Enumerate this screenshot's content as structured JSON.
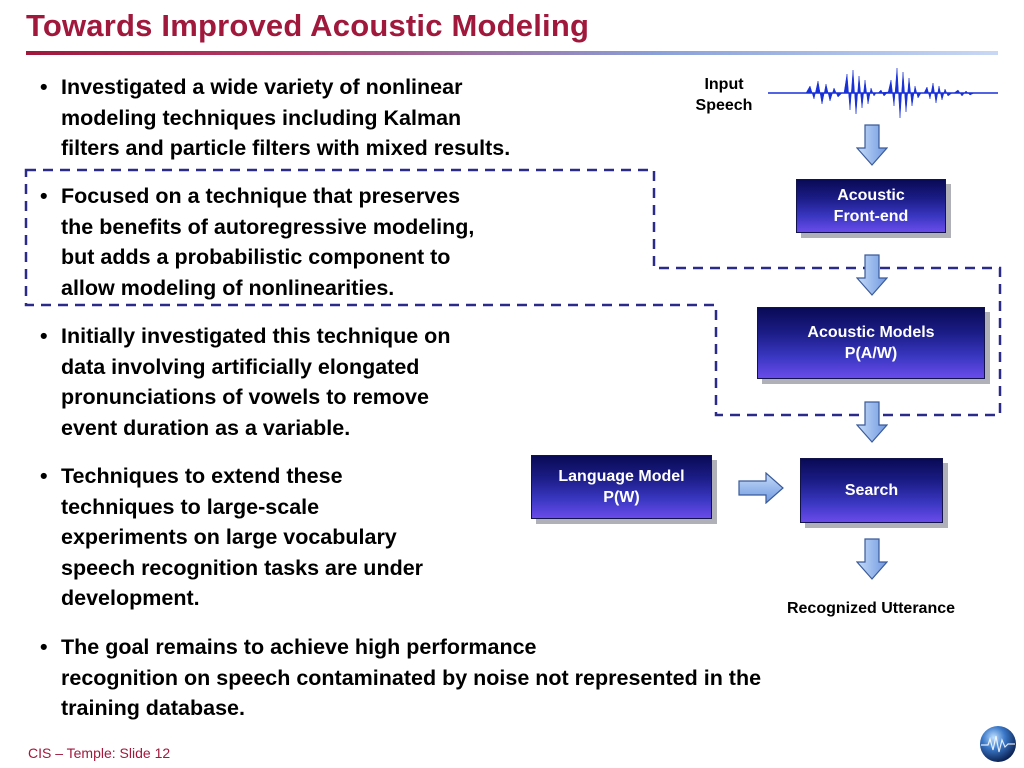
{
  "slide": {
    "title": "Towards Improved Acoustic Modeling",
    "footer": "CIS – Temple: Slide 12"
  },
  "bullets": [
    "Investigated a wide variety of nonlinear\nmodeling techniques including Kalman\nfilters and particle filters with mixed results.",
    "Focused on a technique that preserves\nthe benefits of autoregressive modeling,\nbut adds a probabilistic component to\nallow modeling of nonlinearities.",
    "Initially investigated this technique on\ndata involving artificially elongated\npronunciations of vowels to remove\nevent duration as a variable.",
    "Techniques to extend these\ntechniques to large-scale\nexperiments on large vocabulary\nspeech recognition tasks are under\ndevelopment.",
    "The goal remains to achieve high performance\nrecognition on speech contaminated by noise not represented in the\ntraining database."
  ],
  "bullet_glyph": "•",
  "diagram": {
    "input_label": "Input\nSpeech",
    "front_end": "Acoustic\nFront-end",
    "acoustic_models": "Acoustic Models\nP(A/W)",
    "language_model": "Language Model\nP(W)",
    "search": "Search",
    "output_label": "Recognized Utterance"
  },
  "colors": {
    "title": "#a0183c",
    "box_dark": "#090a55",
    "box_light": "#6a4bea",
    "dash": "#2a2a8a",
    "arrow_fill": "#8fb4ea"
  }
}
